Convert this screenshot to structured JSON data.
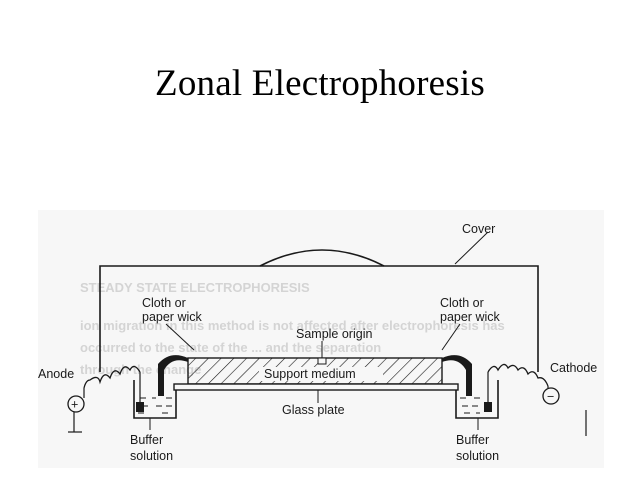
{
  "slide": {
    "title": "Zonal Electrophoresis"
  },
  "diagram": {
    "labels": {
      "cover": "Cover",
      "wick_left_1": "Cloth or",
      "wick_left_2": "paper wick",
      "wick_right_1": "Cloth or",
      "wick_right_2": "paper wick",
      "sample_origin": "Sample origin",
      "support_medium": "Support medium",
      "glass_plate": "Glass plate",
      "anode": "Anode",
      "cathode": "Cathode",
      "plus_sign": "+",
      "minus_sign": "−",
      "buffer_left_1": "Buffer",
      "buffer_left_2": "solution",
      "buffer_right_1": "Buffer",
      "buffer_right_2": "solution"
    },
    "bleed_through": {
      "line1": "STEADY STATE ELECTROPHORESIS",
      "line2": "ion migration in this method is not affected after electrophoresis has",
      "line3": "occurred to the state of the ... and the separation",
      "line4": "through the change"
    },
    "colors": {
      "ink": "#1a1a1a",
      "paper": "#f7f7f7",
      "bleed": "#d4d4d4"
    }
  }
}
